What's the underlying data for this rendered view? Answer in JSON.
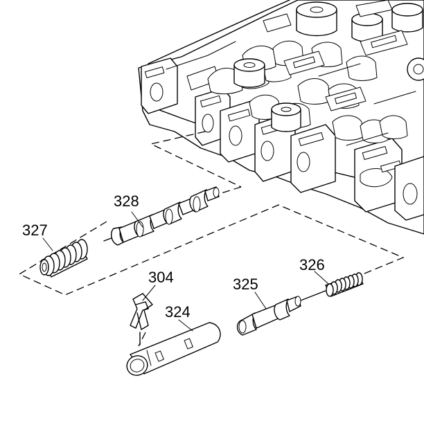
{
  "labels": {
    "p327": "327",
    "p328": "328",
    "p304": "304",
    "p324": "324",
    "p325": "325",
    "p326": "326"
  }
}
